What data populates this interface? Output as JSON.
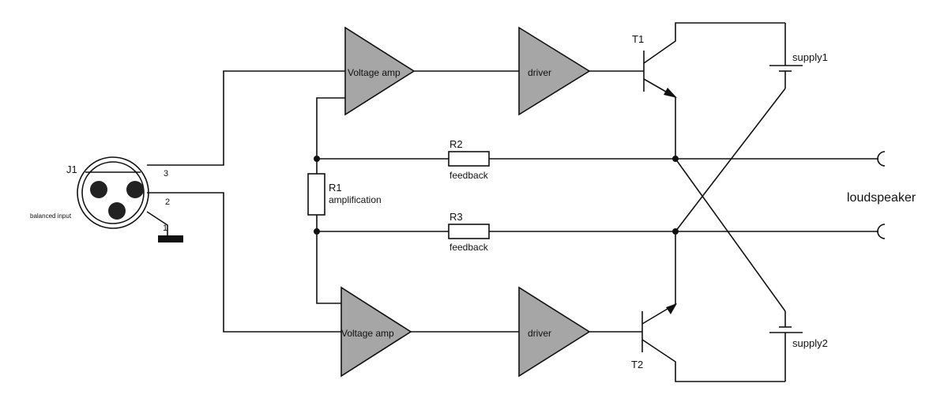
{
  "connector": {
    "ref": "J1",
    "caption": "balanced input",
    "pin1": "1",
    "pin2": "2",
    "pin3": "3"
  },
  "amplifiers": {
    "top_voltage": "Voltage amp",
    "top_driver": "driver",
    "bottom_voltage": "Voltage amp",
    "bottom_driver": "driver"
  },
  "resistors": {
    "r1_ref": "R1",
    "r1_caption": "amplification",
    "r2_ref": "R2",
    "r2_caption": "feedback",
    "r3_ref": "R3",
    "r3_caption": "feedback"
  },
  "transistors": {
    "t1": "T1",
    "t2": "T2"
  },
  "supplies": {
    "s1": "supply1",
    "s2": "supply2"
  },
  "output": {
    "label": "loudspeaker"
  }
}
